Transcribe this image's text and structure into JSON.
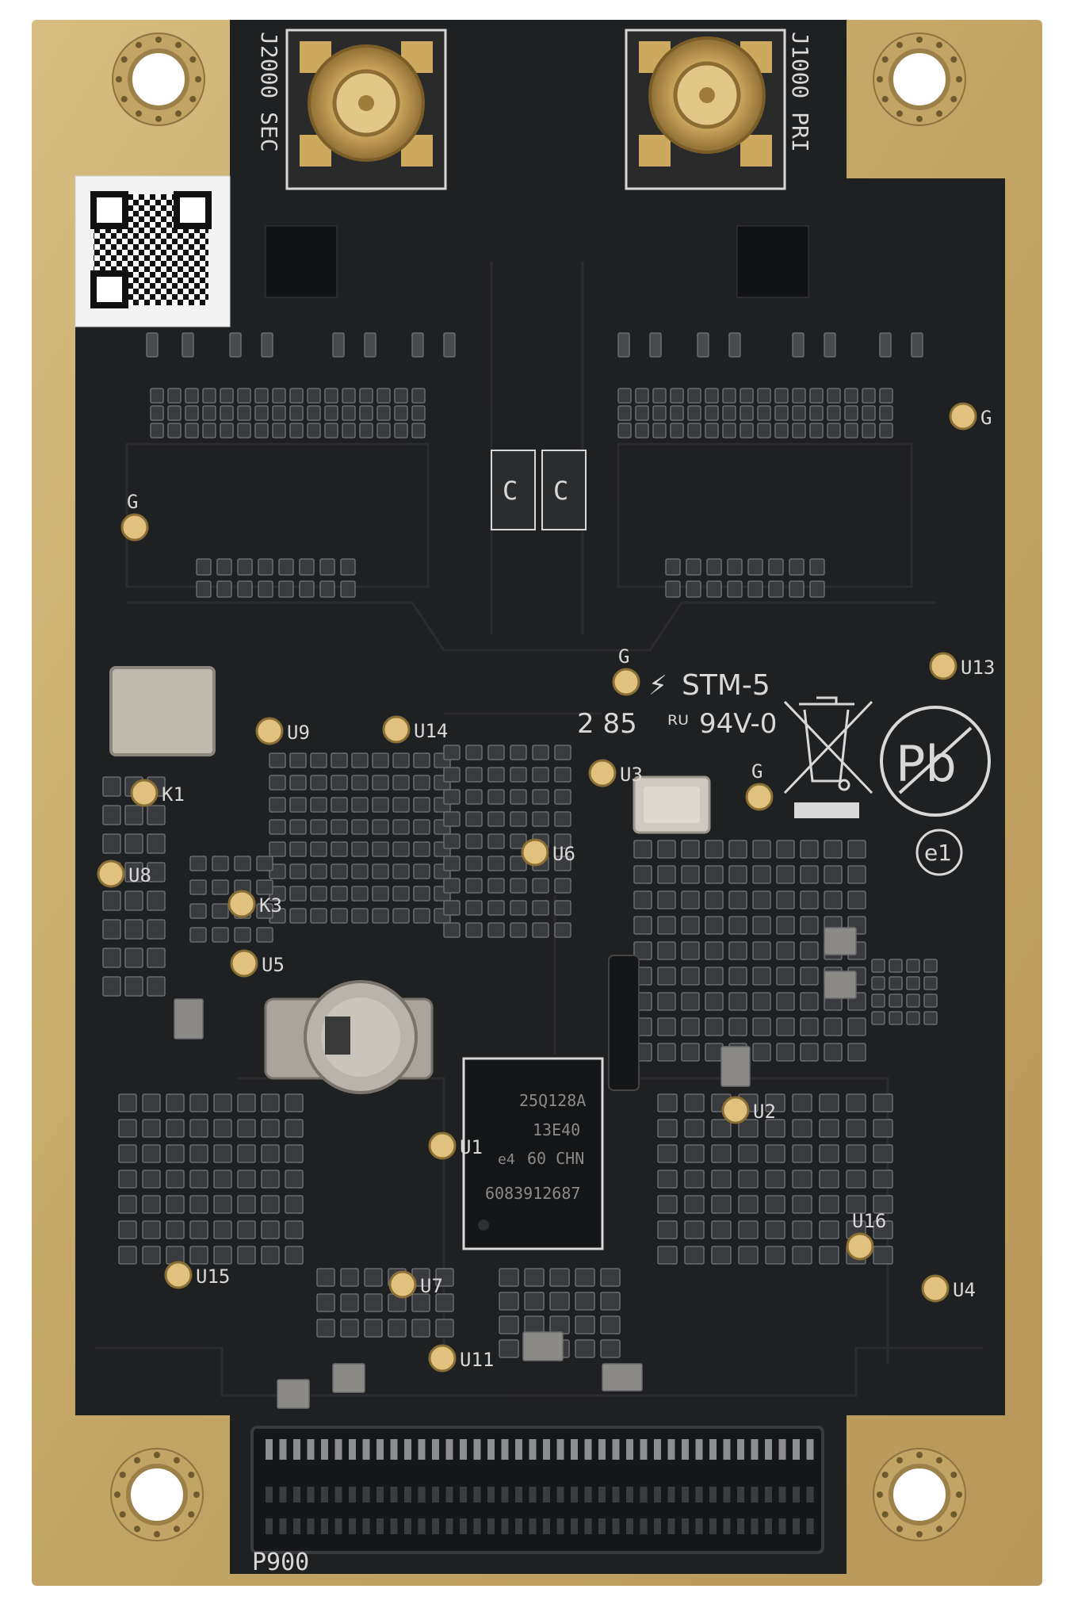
{
  "colors": {
    "board_gold": "#c9ae70",
    "board_gold_dark": "#a88d52",
    "solder_mask": "#1f2021",
    "trace": "#2a2b2d",
    "pad": "#b99b5c",
    "silkscreen": "#d8d8d8",
    "component_gray": "#6b6d70"
  },
  "connectors": {
    "secondary": {
      "label": "J2000 SEC"
    },
    "primary": {
      "label": "J1000 PRI"
    }
  },
  "edge_connector": {
    "label": "P900"
  },
  "markings": {
    "logo_text": "STM-5",
    "date_code": "2 85",
    "ul_rating": "94V-0",
    "lead_free": "Pb",
    "rohs_class": "e1",
    "mid_caps": [
      "C",
      "C"
    ]
  },
  "flash_chip": {
    "lines": [
      "25Q128A",
      "13E40",
      "60 CHN",
      "6083912687"
    ],
    "e_mark": "e4"
  },
  "designators": [
    {
      "id": "U9",
      "text": "U9"
    },
    {
      "id": "U14",
      "text": "U14"
    },
    {
      "id": "U3",
      "text": "U3"
    },
    {
      "id": "U13",
      "text": "U13"
    },
    {
      "id": "U6",
      "text": "U6"
    },
    {
      "id": "K1",
      "text": "K1"
    },
    {
      "id": "U8",
      "text": "U8"
    },
    {
      "id": "K3",
      "text": "K3"
    },
    {
      "id": "U5",
      "text": "U5"
    },
    {
      "id": "U2",
      "text": "U2"
    },
    {
      "id": "U1",
      "text": "U1"
    },
    {
      "id": "U16",
      "text": "U16"
    },
    {
      "id": "U7",
      "text": "U7"
    },
    {
      "id": "U15",
      "text": "U15"
    },
    {
      "id": "U11",
      "text": "U11"
    },
    {
      "id": "U4",
      "text": "U4"
    },
    {
      "id": "G-left",
      "text": "G"
    },
    {
      "id": "G-right",
      "text": "G"
    },
    {
      "id": "G-mid",
      "text": "G"
    },
    {
      "id": "G-osc",
      "text": "G"
    }
  ]
}
